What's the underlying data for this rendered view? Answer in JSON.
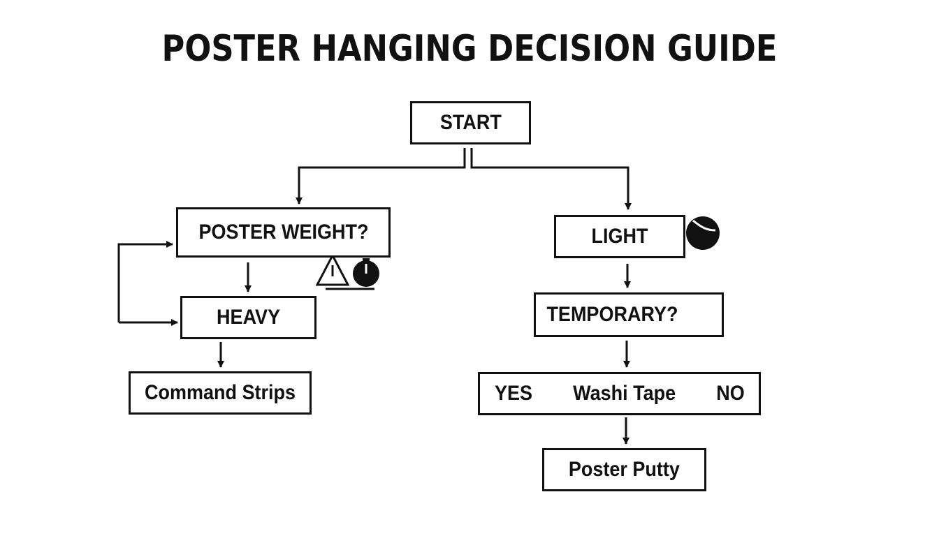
{
  "title": "POSTER HANGING DECISION GUIDE",
  "nodes": {
    "start": "START",
    "weight": "POSTER WEIGHT?",
    "heavy": "HEAVY",
    "command": "Command Strips",
    "light": "LIGHT",
    "temporary": "TEMPORARY?",
    "yes": "YES",
    "washi": "Washi Tape",
    "no": "NO",
    "putty": "Poster Putty"
  },
  "icons": [
    "scale-icon",
    "warning-icon",
    "ball-icon",
    "tape-roll-icon"
  ],
  "colors": {
    "ink": "#111111",
    "background": "#ffffff"
  }
}
